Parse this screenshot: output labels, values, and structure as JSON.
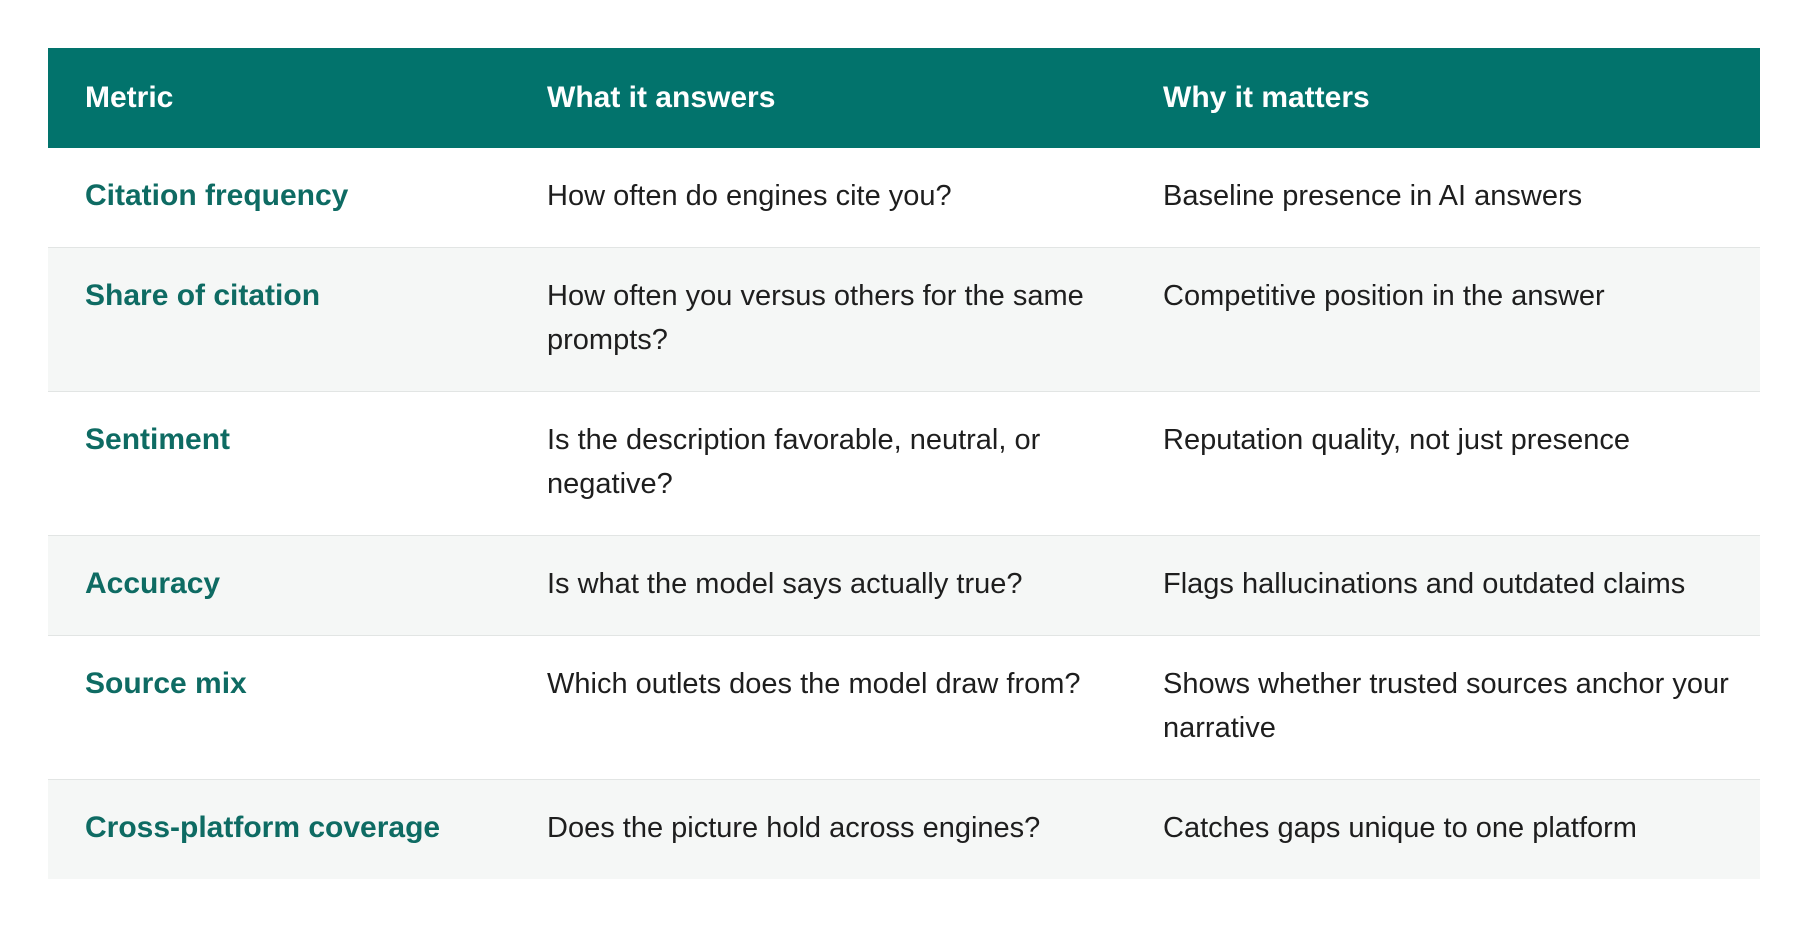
{
  "table": {
    "headers": [
      "Metric",
      "What it answers",
      "Why it matters"
    ],
    "rows": [
      {
        "metric": "Citation frequency",
        "answers": "How often do engines cite you?",
        "matters": "Baseline presence in AI answers"
      },
      {
        "metric": "Share of citation",
        "answers": "How often you versus others for the same prompts?",
        "matters": "Competitive position in the answer"
      },
      {
        "metric": "Sentiment",
        "answers": "Is the description favorable, neutral, or negative?",
        "matters": "Reputation quality, not just presence"
      },
      {
        "metric": "Accuracy",
        "answers": "Is what the model says actually true?",
        "matters": "Flags hallucinations and outdated claims"
      },
      {
        "metric": "Source mix",
        "answers": "Which outlets does the model draw from?",
        "matters": "Shows whether trusted sources anchor your narrative"
      },
      {
        "metric": "Cross-platform coverage",
        "answers": "Does the picture hold across engines?",
        "matters": "Catches gaps unique to one platform"
      }
    ]
  },
  "colors": {
    "header_bg": "#02736c",
    "header_text": "#ffffff",
    "metric_text": "#0e6b63",
    "body_text": "#1e1e1e",
    "stripe_bg": "#f5f7f6"
  }
}
